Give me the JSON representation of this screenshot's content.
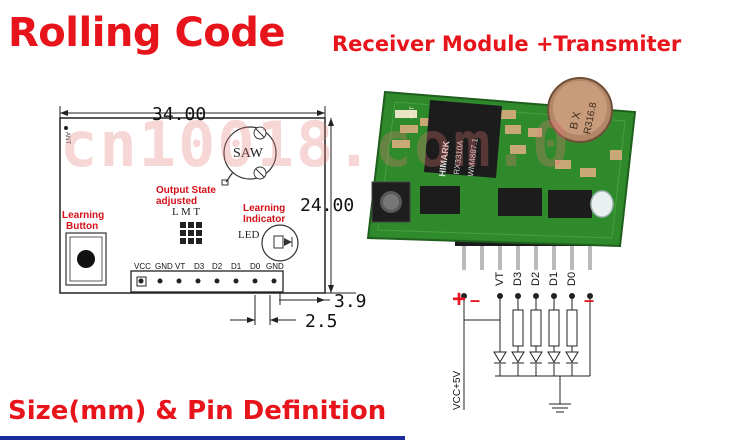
{
  "header": {
    "title": "Rolling Code",
    "subtitle": "Receiver Module +Transmiter"
  },
  "footer": {
    "title": "Size(mm) & Pin Definition"
  },
  "watermark": "cn10018.com.0",
  "dimensions": {
    "width": "34.00",
    "height": "24.00",
    "pin_offset": "3.9",
    "pin_pitch": "2.5"
  },
  "diagram": {
    "ant_label": "ANT",
    "saw_label": "SAW",
    "output_state_label_1": "Output State",
    "output_state_label_2": "adjusted",
    "lmt_label": "L M T",
    "learning_indicator_1": "Learning",
    "learning_indicator_2": "Indicator",
    "led_label": "LED",
    "learning_button_1": "Learning",
    "learning_button_2": "Button",
    "pins": [
      "VCC",
      "GND",
      "VT",
      "D3",
      "D2",
      "D1",
      "D0",
      "GND"
    ]
  },
  "photo": {
    "chip_brand": "HIMARK",
    "chip_model_1": "RX3310A",
    "chip_model_2": "WM4887.1",
    "xtal_label_1": "B X",
    "xtal_label_2": "R316.8",
    "ant_pad": "ANT"
  },
  "schematic": {
    "pins": [
      "VT",
      "D3",
      "D2",
      "D1",
      "D0"
    ],
    "plus": "+",
    "minus_left": "–",
    "minus_right": "–",
    "supply": "VCC+5V"
  },
  "colors": {
    "title_red": "#e8141b",
    "pcb_green": "#2f8a2c",
    "footer_blue": "#1b2b9c"
  }
}
